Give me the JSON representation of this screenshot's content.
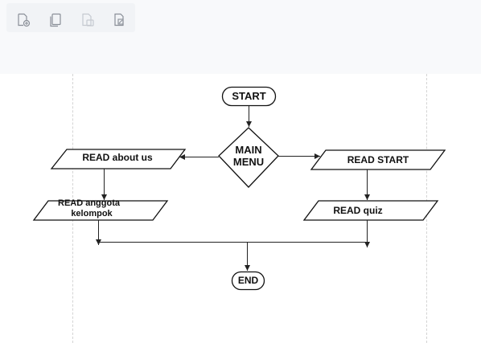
{
  "toolbar": {
    "tools": [
      {
        "icon": "page-add-icon"
      },
      {
        "icon": "page-copy-icon"
      },
      {
        "icon": "page-duplicate-icon"
      },
      {
        "icon": "page-export-icon"
      }
    ]
  },
  "flowchart": {
    "start": "START",
    "main_menu_line1": "MAIN",
    "main_menu_line2": "MENU",
    "read_about_us": "READ about us",
    "read_anggota_line1": "READ anggota",
    "read_anggota_line2": "kelompok",
    "read_start": "READ START",
    "read_quiz": "READ quiz",
    "end": "END"
  }
}
